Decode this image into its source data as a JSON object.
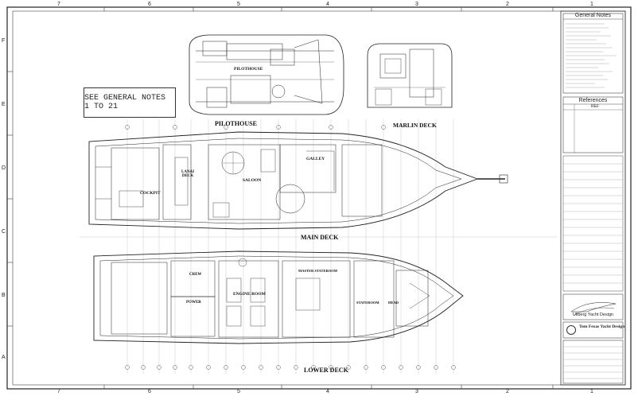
{
  "drawing": {
    "notes_callout": "SEE GENERAL NOTES 1 TO 21",
    "labels": {
      "pilothouse_title": "PILOTHOUSE",
      "pilothouse_room": "PILOTHOUSE",
      "marlin_deck": "MARLIN DECK",
      "main_deck": "MAIN DECK",
      "lower_deck": "LOWER DECK",
      "lanai_deck": "LANAI\nDECK",
      "saloon": "SALOON",
      "galley": "GALLEY",
      "cockpit": "COCKPIT",
      "crew": "CREW",
      "power": "POWER",
      "engine_room": "ENGINE ROOM",
      "master_stateroom": "MASTER STATEROOM",
      "guest_stateroom": "STATEROOM",
      "head": "HEAD"
    },
    "zone_cols": [
      "7",
      "6",
      "5",
      "4",
      "3",
      "2",
      "1"
    ],
    "zone_rows": [
      "F",
      "E",
      "D",
      "C",
      "B",
      "A"
    ]
  },
  "title_block": {
    "general_notes_heading": "General Notes",
    "references_heading": "References",
    "ref_col": "REF",
    "firm_logo_text": "Ullberg Yacht Design",
    "designer": "Tom Fexas Yacht Design"
  }
}
